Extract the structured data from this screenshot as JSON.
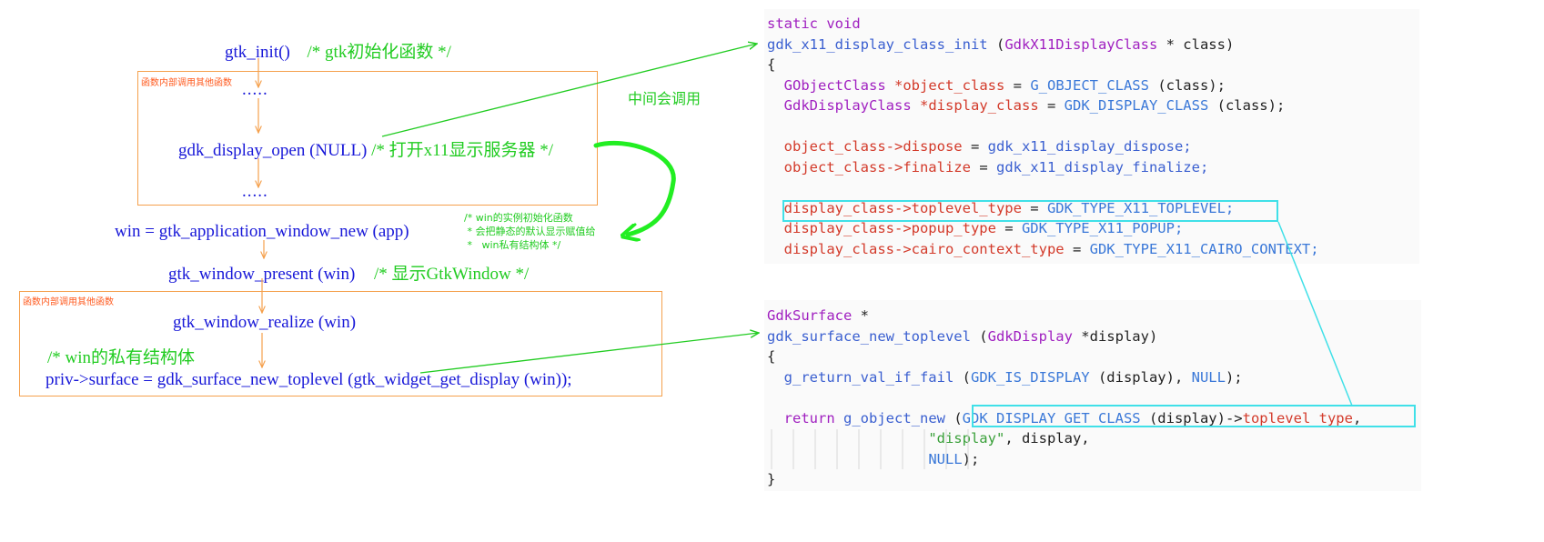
{
  "flow": {
    "gtk_init": "gtk_init()",
    "gtk_init_comment": "/* gtk初始化函数 */",
    "box1_label": "函数内部调用其他函数",
    "dots1": ".....",
    "display_open": "gdk_display_open (NULL)",
    "display_open_comment": "/* 打开x11显示服务器 */",
    "dots2": ".....",
    "win_new": "win = gtk_application_window_new (app)",
    "win_note_1": "/* win的实例初始化函数",
    "win_note_2": " * 会把静态的默认显示赋值给",
    "win_note_3": " *   win私有结构体 */",
    "present": "gtk_window_present (win)",
    "present_comment": "/* 显示GtkWindow */",
    "box2_label": "函数内部调用其他函数",
    "realize": "gtk_window_realize (win)",
    "priv_comment": "/* win的私有结构体",
    "priv_surface": "priv->surface = gdk_surface_new_toplevel (gtk_widget_get_display (win));",
    "middle_label": "中间会调用"
  },
  "code1": {
    "l1": "static void",
    "l2_fn": "gdk_x11_display_class_init",
    "l2_type": "GdkX11DisplayClass",
    "l2_rest": " * class)",
    "l3": "{",
    "l4_type": "GObjectClass",
    "l4_var": "*object_class",
    "l4_eq": " = ",
    "l4_mac": "G_OBJECT_CLASS",
    "l4_arg": " (class);",
    "l5_type": "GdkDisplayClass",
    "l5_var": "*display_class",
    "l5_eq": " = ",
    "l5_mac": "GDK_DISPLAY_CLASS",
    "l5_arg": " (class);",
    "l6_lhs": "object_class->dispose",
    "l6_rhs": "gdk_x11_display_dispose;",
    "l7_lhs": "object_class->finalize",
    "l7_rhs": "gdk_x11_display_finalize;",
    "l8_lhs": "display_class->toplevel_type",
    "l8_rhs": "GDK_TYPE_X11_TOPLEVEL;",
    "l9_lhs": "display_class->popup_type",
    "l9_rhs": "GDK_TYPE_X11_POPUP;",
    "l10_lhs": "display_class->cairo_context_type",
    "l10_rhs": "GDK_TYPE_X11_CAIRO_CONTEXT;",
    "eq": " = "
  },
  "code2": {
    "l1_type": "GdkSurface",
    "l1_star": " *",
    "l2_fn": "gdk_surface_new_toplevel",
    "l2_type": "GdkDisplay",
    "l2_arg": " *display)",
    "l3": "{",
    "l4_fn": "g_return_val_if_fail",
    "l4_mac": "GDK_IS_DISPLAY",
    "l4_arg": " (display), ",
    "l4_null": "NULL",
    "l4_end": ");",
    "l5_kw": "return",
    "l5_fn": "g_object_new",
    "l5_mac": "GDK_DISPLAY_GET_CLASS",
    "l5_arg": " (display)->",
    "l5_field": "toplevel_type",
    "l5_end": ",",
    "l6_str": "\"display\"",
    "l6_rest": ", display,",
    "l7_null": "NULL",
    "l7_end": ");",
    "l8": "}"
  },
  "colors": {
    "flow_blue": "#1818d8",
    "comment_green": "#22cc22",
    "box_orange": "#f5a04c",
    "highlight_cyan": "#40e0e8",
    "arrow_green": "#22ee22"
  }
}
